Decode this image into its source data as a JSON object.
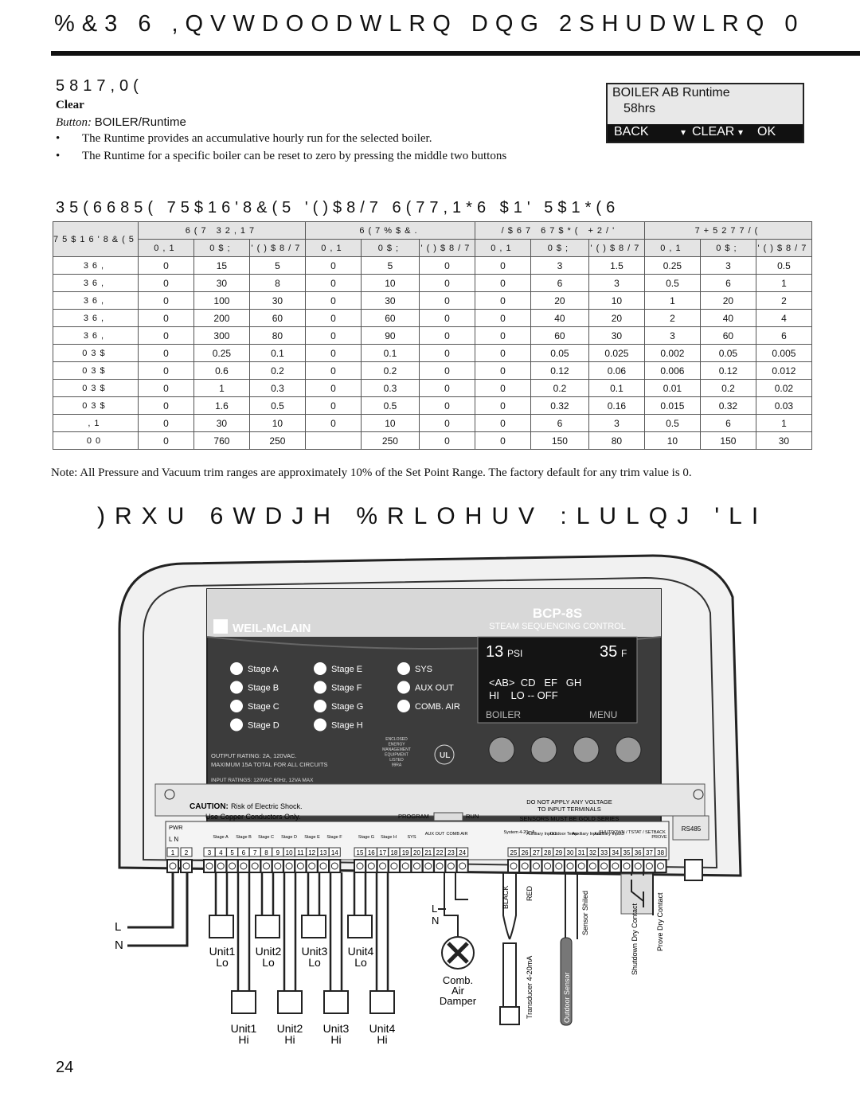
{
  "header": {
    "title": "%&3   6 ,QVWDOODWLRQ DQG 2SHUDWLRQ 0"
  },
  "runtime_section": {
    "heading": "5817,0(",
    "clear_title": "Clear",
    "button_prefix": "Button:",
    "button_value": "BOILER/Runtime",
    "bullets": [
      "The Runtime provides an accumulative hourly run for the selected boiler.",
      "The Runtime for a specific boiler can be reset to zero by pressing the middle two buttons"
    ],
    "lcd": {
      "line1": "BOILER AB Runtime",
      "line2": "58hrs",
      "back": "BACK",
      "clear": "CLEAR",
      "ok": "OK",
      "arrow": "▾"
    }
  },
  "table_section": {
    "heading": "35(6685( 75$16'8&(5 '()$8/7 6(77,1*6 $1' 5$1*(6",
    "col_transducer": "75$16'8&(5",
    "groups": [
      "6(7 32,17",
      "6(7%$&.",
      "/$67 67$*( +2/'",
      "7+5277/("
    ],
    "subheads": [
      "0,1",
      "0$;",
      "'()$8/7"
    ],
    "rows": [
      {
        "label": "36,",
        "cells": [
          "0",
          "15",
          "5",
          "0",
          "5",
          "0",
          "0",
          "3",
          "1.5",
          "0.25",
          "3",
          "0.5"
        ]
      },
      {
        "label": "36,",
        "cells": [
          "0",
          "30",
          "8",
          "0",
          "10",
          "0",
          "0",
          "6",
          "3",
          "0.5",
          "6",
          "1"
        ]
      },
      {
        "label": "36,",
        "cells": [
          "0",
          "100",
          "30",
          "0",
          "30",
          "0",
          "0",
          "20",
          "10",
          "1",
          "20",
          "2"
        ]
      },
      {
        "label": "36,",
        "cells": [
          "0",
          "200",
          "60",
          "0",
          "60",
          "0",
          "0",
          "40",
          "20",
          "2",
          "40",
          "4"
        ]
      },
      {
        "label": "36,",
        "cells": [
          "0",
          "300",
          "80",
          "0",
          "90",
          "0",
          "0",
          "60",
          "30",
          "3",
          "60",
          "6"
        ]
      },
      {
        "label": "03$",
        "cells": [
          "0",
          "0.25",
          "0.1",
          "0",
          "0.1",
          "0",
          "0",
          "0.05",
          "0.025",
          "0.002",
          "0.05",
          "0.005"
        ]
      },
      {
        "label": "03$",
        "cells": [
          "0",
          "0.6",
          "0.2",
          "0",
          "0.2",
          "0",
          "0",
          "0.12",
          "0.06",
          "0.006",
          "0.12",
          "0.012"
        ]
      },
      {
        "label": "03$",
        "cells": [
          "0",
          "1",
          "0.3",
          "0",
          "0.3",
          "0",
          "0",
          "0.2",
          "0.1",
          "0.01",
          "0.2",
          "0.02"
        ]
      },
      {
        "label": "03$",
        "cells": [
          "0",
          "1.6",
          "0.5",
          "0",
          "0.5",
          "0",
          "0",
          "0.32",
          "0.16",
          "0.015",
          "0.32",
          "0.03"
        ]
      },
      {
        "label": ",1",
        "cells": [
          "0",
          "30",
          "10",
          "0",
          "10",
          "0",
          "0",
          "6",
          "3",
          "0.5",
          "6",
          "1"
        ]
      },
      {
        "label": "00",
        "cells": [
          "0",
          "760",
          "250",
          "",
          "250",
          "0",
          "0",
          "150",
          "80",
          "10",
          "150",
          "30"
        ]
      }
    ],
    "note": "Note:  All Pressure and Vacuum trim ranges are approximately 10% of the Set Point Range. The factory default for any trim value is 0."
  },
  "wiring_section": {
    "heading": ")RXU  6WDJH %RLOHUV :LULQJ 'LI",
    "brand": "WEIL-McLAIN",
    "model": "BCP-8S",
    "model_sub": "STEAM SEQUENCING CONTROL",
    "display": {
      "pressure": "13",
      "pressure_unit": "PSI",
      "temp": "35",
      "temp_unit": "F",
      "line2": "<AB>  CD   EF   GH",
      "line3": "HI    LO -- OFF",
      "left_soft": "BOILER",
      "right_soft": "MENU"
    },
    "stages_left": [
      "Stage A",
      "Stage B",
      "Stage C",
      "Stage D"
    ],
    "stages_mid": [
      "Stage E",
      "Stage F",
      "Stage G",
      "Stage H"
    ],
    "status": [
      "SYS",
      "AUX OUT",
      "COMB. AIR"
    ],
    "ratings": {
      "output": "OUTPUT RATING: 2A, 120VAC.",
      "max": "MAXIMUM 15A TOTAL FOR ALL CIRCUITS",
      "input": "INPUT RATINGS: 120VAC 60Hz, 12VA MAX",
      "listed": [
        "ENCLOSED",
        "ENERGY",
        "MANAGEMENT",
        "EQUIPMENT",
        "LISTED",
        "99RA"
      ]
    },
    "caution": "CAUTION:",
    "caution_text": "Risk of Electric Shock.",
    "copper": "Use Copper Conductors Only.",
    "program": "PROGRAM",
    "run": "RUN",
    "warn": [
      "DO NOT APPLY ANY VOLTAGE",
      "TO INPUT TERMINALS",
      "SENSORS MUST BE GOLD SERIES"
    ],
    "rs485": "RS485",
    "pwr": "PWR",
    "ln": "L N",
    "terminal_labels": [
      "Stage A",
      "Stage B",
      "Stage C",
      "Stage D",
      "Stage E",
      "Stage F",
      "Stage G",
      "Stage H",
      "SYS",
      "AUX OUT",
      "COMB AIR",
      "System 4-20mA",
      "Auxiliary Input1",
      "Outdoor Temp",
      "Auxiliary Input2",
      "Auxiliary Input3",
      "SHUTDOWN / TSTAT / SETBACK",
      "PROVE"
    ],
    "terminal_numbers": [
      "1",
      "2",
      "3",
      "4",
      "5",
      "6",
      "7",
      "8",
      "9",
      "10",
      "11",
      "12",
      "13",
      "14",
      "15",
      "16",
      "17",
      "18",
      "19",
      "20",
      "21",
      "22",
      "23",
      "24",
      "25",
      "26",
      "27",
      "28",
      "29",
      "30",
      "31",
      "32",
      "33",
      "34",
      "35",
      "36",
      "37",
      "38"
    ],
    "line_labels": {
      "L": "L",
      "N": "N",
      "L2": "L",
      "N2": "N"
    },
    "units_lo": [
      {
        "name": "Unit1",
        "stage": "Lo"
      },
      {
        "name": "Unit2",
        "stage": "Lo"
      },
      {
        "name": "Unit3",
        "stage": "Lo"
      },
      {
        "name": "Unit4",
        "stage": "Lo"
      }
    ],
    "units_hi": [
      {
        "name": "Unit1",
        "stage": "Hi"
      },
      {
        "name": "Unit2",
        "stage": "Hi"
      },
      {
        "name": "Unit3",
        "stage": "Hi"
      },
      {
        "name": "Unit4",
        "stage": "Hi"
      }
    ],
    "damper": [
      "Comb.",
      "Air",
      "Damper"
    ],
    "wires": {
      "black": "BLACK",
      "red": "RED",
      "shield": "Sensor Shiled",
      "transducer": "Transducer 4-20mA",
      "outdoor": "Outdoor Sensor",
      "shutdown": "Shutdown Dry Contact",
      "prove": "Prove Dry Contact"
    }
  },
  "page_number": "24"
}
